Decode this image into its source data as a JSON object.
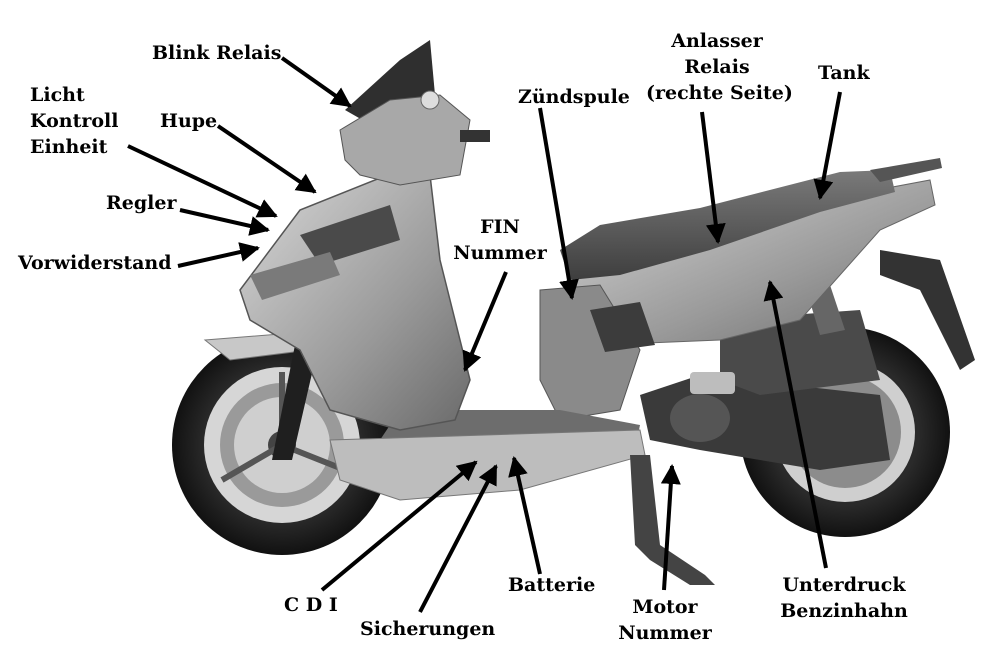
{
  "labels": {
    "blink_relais": "Blink Relais",
    "licht_kontroll_einheit": [
      "Licht",
      "Kontroll",
      "Einheit"
    ],
    "hupe": "Hupe",
    "regler": "Regler",
    "vorwiderstand": "Vorwiderstand",
    "zuendspule": "Zündspule",
    "anlasser_relais": [
      "Anlasser",
      "Relais",
      "(rechte Seite)"
    ],
    "tank": "Tank",
    "fin_nummer": [
      "FIN",
      "Nummer"
    ],
    "cdi": "C D I",
    "sicherungen": "Sicherungen",
    "batterie": "Batterie",
    "motor_nummer": [
      "Motor",
      "Nummer"
    ],
    "unterdruck_benzinhahn": [
      "Unterdruck",
      "Benzinhahn"
    ]
  }
}
